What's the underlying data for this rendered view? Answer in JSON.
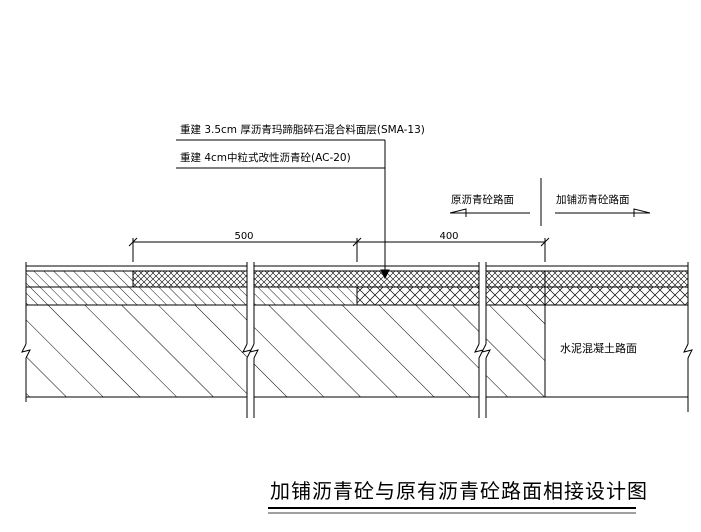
{
  "callout": {
    "layer1": "重建 3.5cm 厚沥青玛蹄脂碎石混合料面层(SMA-13)",
    "layer2": "重建 4cm中粒式改性沥青砼(AC-20)"
  },
  "directions": {
    "left": "原沥青砼路面",
    "right": "加铺沥青砼路面"
  },
  "dimensions": {
    "left_span": "500",
    "right_span": "400"
  },
  "labels": {
    "concrete": "水泥混凝土路面"
  },
  "title": "加铺沥青砼与原有沥青砼路面相接设计图"
}
